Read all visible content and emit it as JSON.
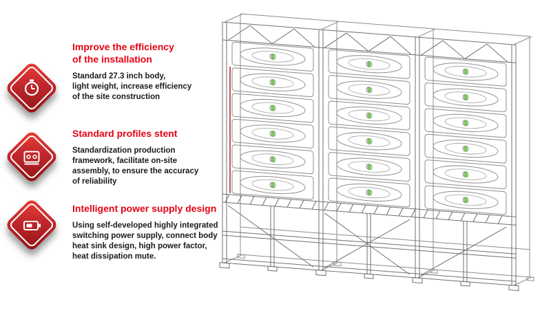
{
  "colors": {
    "accent_red": "#e60012",
    "badge_red": "#c1272d",
    "line_gray": "#6f6f6f",
    "green_accent": "#6abf4b"
  },
  "features": [
    {
      "icon": "clock-icon",
      "title": "Improve the efficiency\nof the installation",
      "body": "Standard 27.3 inch body,\nlight weight, increase efficiency\nof the site construction"
    },
    {
      "icon": "cabinet-module-icon",
      "title": "Standard profiles stent",
      "body": "Standardization production\nframework, facilitate on-site\nassembly, to ensure the accuracy\nof reliability"
    },
    {
      "icon": "power-supply-icon",
      "title": "Intelligent power supply design",
      "body": "Using self-developed highly integrated\nswitching power supply, connect body\nheat sink design, high power factor,\nheat dissipation mute."
    }
  ],
  "illustration": {
    "name": "led-display-structure-wireframe"
  }
}
